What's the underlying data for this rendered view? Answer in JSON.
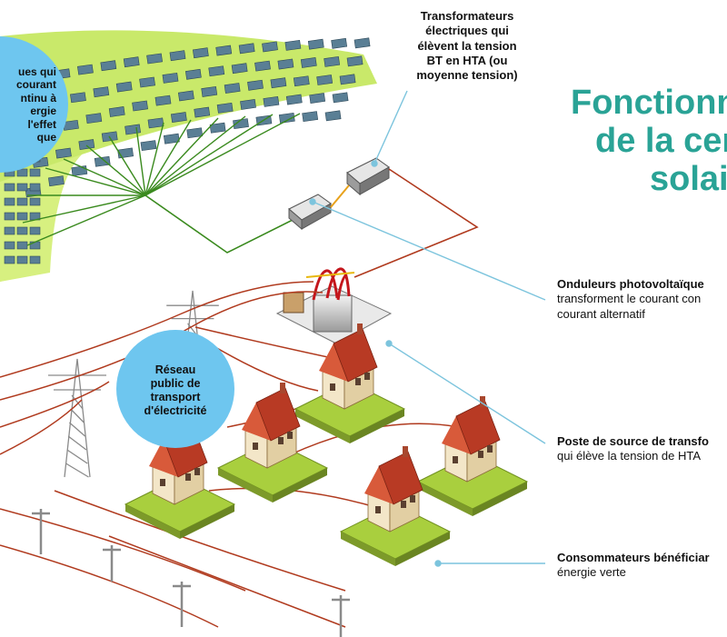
{
  "title": {
    "line1": "Fonctionn",
    "line2": "de la cen",
    "line3": "solai"
  },
  "labels": {
    "transformers": [
      "Transformateurs",
      "électriques qui",
      "élèvent la tension",
      "BT en HTA (ou",
      "moyenne tension)"
    ],
    "inverters": [
      "Onduleurs photovoltaïque",
      "transforment le courant con",
      "courant alternatif"
    ],
    "substation": [
      "Poste de source de transfo",
      "qui élève la tension de HTA"
    ],
    "consumers": [
      "Consommateurs bénéficiar",
      "énergie verte"
    ]
  },
  "bubbles": {
    "panels": [
      "ues qui",
      "courant",
      "ntinu à",
      "ergie",
      "l'effet",
      "que"
    ],
    "network": [
      "Réseau",
      "public de",
      "transport",
      "d'électricité"
    ]
  },
  "colors": {
    "accent": "#2aa396",
    "bubble": "#6ec6ef",
    "field": "#c9e96a",
    "panel": "#5a7f95",
    "wire": "#b03a1e",
    "cable": "#3a8a1e",
    "roof": "#b83a24",
    "wall": "#f3e6c8",
    "lawn": "#a9cf3e",
    "pointer": "#7cc4dd"
  }
}
